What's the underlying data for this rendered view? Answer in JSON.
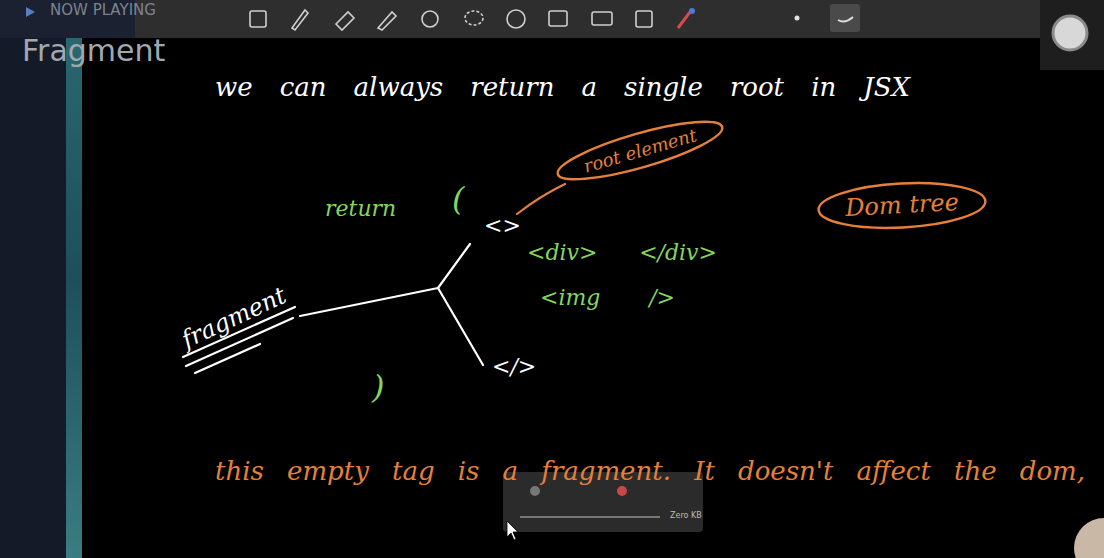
{
  "diagram": {
    "nodes": [
      {
        "text": [
          "root element"
        ]
      },
      {
        "text": [
          "Dom tree"
        ]
      }
    ],
    "labels": [
      "NOW PLAYING",
      "Fragment",
      "we can always return a single root in JSX",
      "return",
      "(",
      "<>",
      "<div> </div>",
      "<img />",
      "</>",
      ")",
      "fragment",
      "this empty tag is a fragment. It doesn't affect the dom,",
      "Zero KB"
    ]
  }
}
